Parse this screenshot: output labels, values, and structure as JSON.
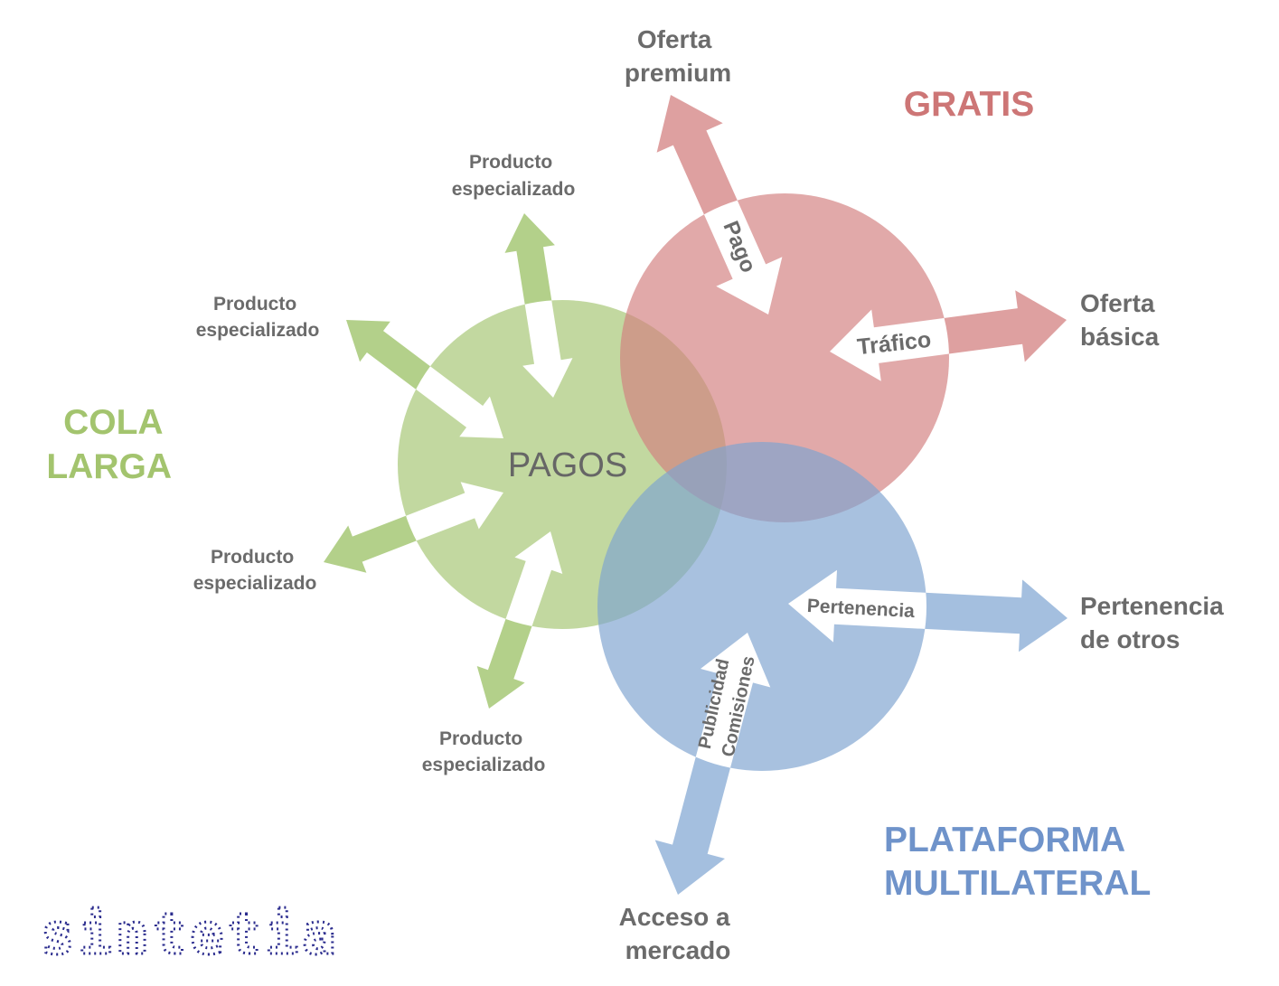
{
  "colors": {
    "green": "#a8c878",
    "red": "#d38080",
    "blue": "#7fa3d0",
    "green_text": "#a3c46e",
    "red_text": "#cd7676",
    "blue_text": "#6f93ca",
    "label_text": "#6b6b6b",
    "logo": "#2b2c8e"
  },
  "groups": {
    "cola_larga": [
      "COLA",
      "LARGA"
    ],
    "gratis": [
      "GRATIS"
    ],
    "plataforma": [
      "PLATAFORMA",
      "MULTILATERAL"
    ]
  },
  "center_label": "PAGOS",
  "labels": {
    "oferta_premium": [
      "Oferta",
      "premium"
    ],
    "oferta_basica": [
      "Oferta",
      "básica"
    ],
    "pertenencia_otros": [
      "Pertenencia",
      "de otros"
    ],
    "acceso_mercado": [
      "Acceso a",
      "mercado"
    ],
    "producto_especializado": [
      "Producto",
      "especializado"
    ]
  },
  "flows": {
    "pago": "Pago",
    "trafico": "Tráfico",
    "pertenencia": "Pertenencia",
    "publicidad": "Publicidad",
    "comisiones": "Comisiones"
  },
  "logo": "sintetia"
}
